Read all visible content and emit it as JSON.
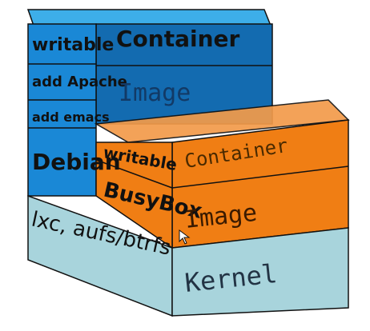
{
  "colors": {
    "blue_front": "#1a88d6",
    "blue_top": "#3daee9",
    "blue_side": "#136bb0",
    "orange_front": "#f07e14",
    "orange_top": "#f39b4a",
    "orange_side": "#c96307",
    "kernel_front": "#a8d4dc",
    "kernel_side": "#89bcc6",
    "outline": "#111111",
    "background": "#ffffff"
  },
  "left_stack": {
    "writable": "writable",
    "container": "Container",
    "add_apache": "add Apache",
    "image": "Image",
    "add_emacs": "add emacs",
    "debian": "Debian"
  },
  "right_stack": {
    "writable": "writable",
    "container": "Container",
    "busybox": "BusyBox",
    "image": "Image"
  },
  "base": {
    "lxc": "lxc, aufs/btrfs",
    "kernel": "Kernel"
  }
}
